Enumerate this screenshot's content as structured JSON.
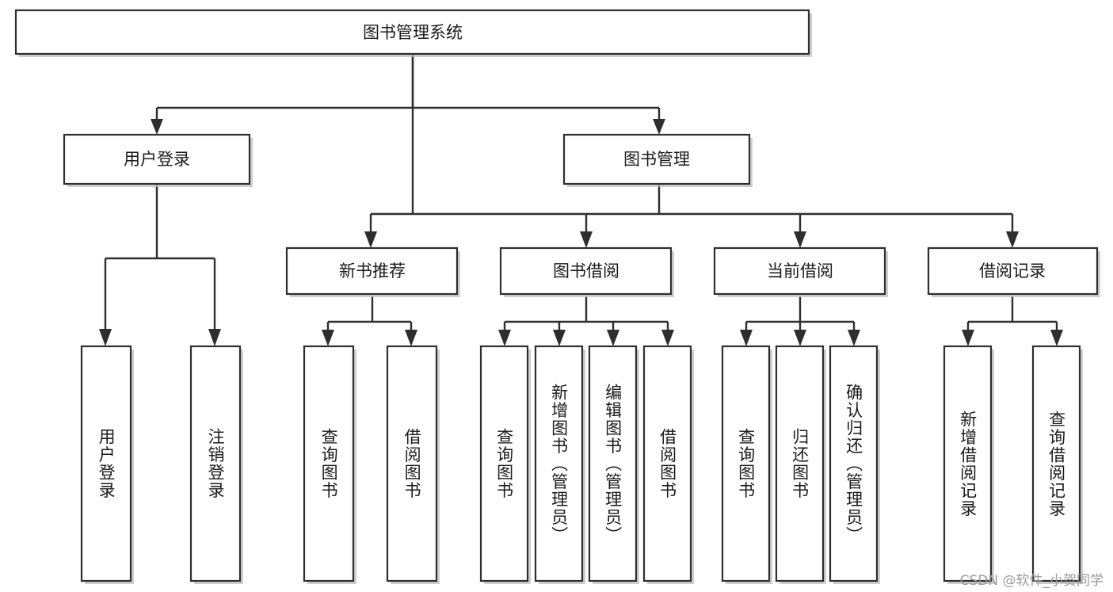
{
  "diagram": {
    "title": "图书管理系统",
    "type": "tree",
    "watermark": "CSDN @软件_小贺同学",
    "colors": {
      "box_stroke": "#2e2e2e",
      "box_fill": "#ffffff",
      "edge": "#2e2e2e",
      "text": "#1a1a1a",
      "watermark": "#9a9a9a",
      "background": "#ffffff"
    },
    "root": {
      "label": "图书管理系统"
    },
    "level2": [
      {
        "label": "用户登录"
      },
      {
        "label": "图书管理"
      }
    ],
    "level3": [
      {
        "label": "新书推荐"
      },
      {
        "label": "图书借阅"
      },
      {
        "label": "当前借阅"
      },
      {
        "label": "借阅记录"
      }
    ],
    "leaves": {
      "user_login": [
        {
          "label": "用户登录"
        },
        {
          "label": "注销登录"
        }
      ],
      "new_book": [
        {
          "label": "查询图书"
        },
        {
          "label": "借阅图书"
        }
      ],
      "book_borrow": [
        {
          "label": "查询图书"
        },
        {
          "label": "新增图书（管理员）"
        },
        {
          "label": "编辑图书（管理员）"
        },
        {
          "label": "借阅图书"
        }
      ],
      "current_borrow": [
        {
          "label": "查询图书"
        },
        {
          "label": "归还图书"
        },
        {
          "label": "确认归还（管理员）"
        }
      ],
      "borrow_record": [
        {
          "label": "新增借阅记录"
        },
        {
          "label": "查询借阅记录"
        }
      ]
    }
  }
}
